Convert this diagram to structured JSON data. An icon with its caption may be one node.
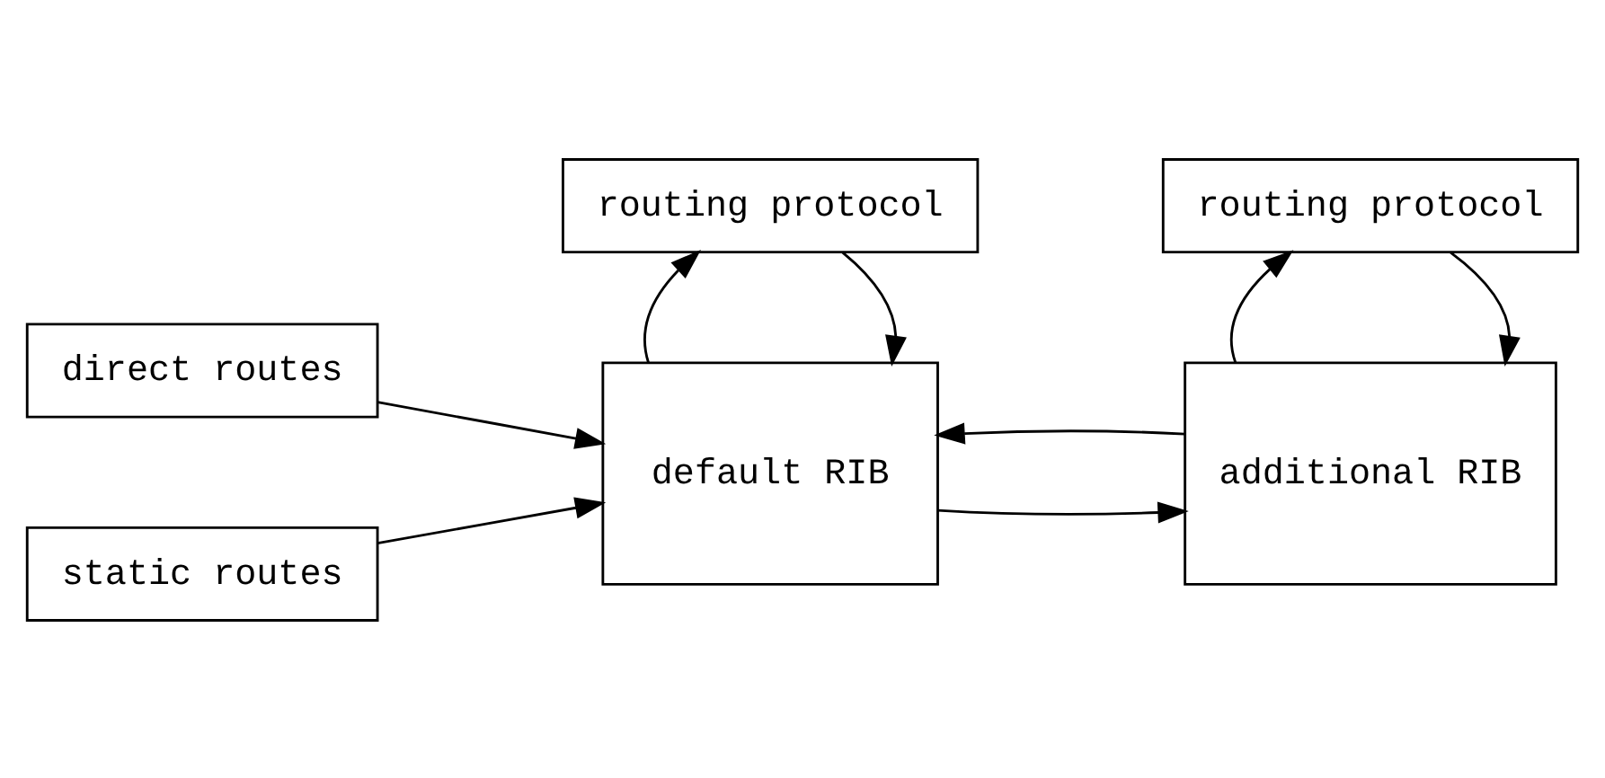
{
  "diagram": {
    "nodes": [
      {
        "text": [
          "direct routes"
        ]
      },
      {
        "text": [
          "static routes"
        ]
      },
      {
        "text": [
          "default RIB"
        ]
      },
      {
        "text": [
          "additional RIB"
        ]
      },
      {
        "text": [
          "routing protocol"
        ]
      },
      {
        "text": [
          "routing protocol"
        ]
      }
    ],
    "edges": [
      {
        "from": 0,
        "to": 2,
        "arrow": "to"
      },
      {
        "from": 1,
        "to": 2,
        "arrow": "to"
      },
      {
        "from": 3,
        "to": 2,
        "arrow": "to"
      },
      {
        "from": 2,
        "to": 3,
        "arrow": "to"
      },
      {
        "from": 4,
        "to": 2,
        "arrow": "to"
      },
      {
        "from": 2,
        "to": 4,
        "arrow": "to"
      },
      {
        "from": 5,
        "to": 3,
        "arrow": "to"
      },
      {
        "from": 3,
        "to": 5,
        "arrow": "to"
      }
    ]
  }
}
